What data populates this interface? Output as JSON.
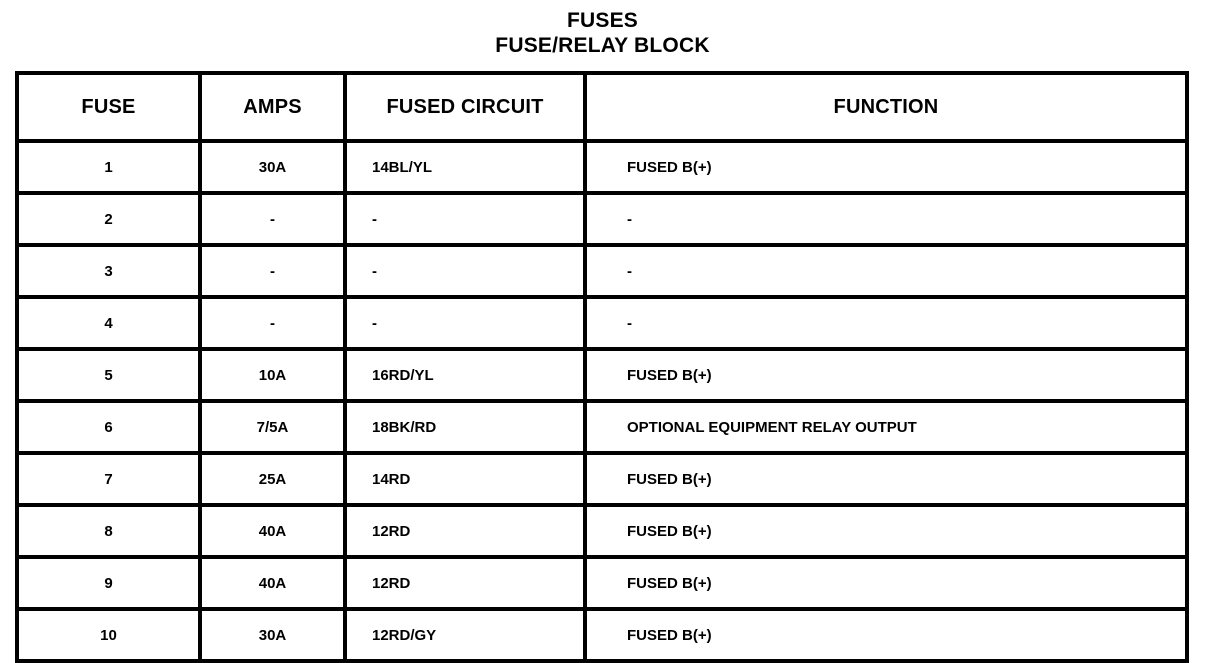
{
  "title": {
    "line1": "FUSES",
    "line2": "FUSE/RELAY BLOCK"
  },
  "table": {
    "headers": {
      "fuse": "FUSE",
      "amps": "AMPS",
      "circuit": "FUSED CIRCUIT",
      "function": "FUNCTION"
    },
    "rows": [
      {
        "fuse": "1",
        "amps": "30A",
        "circuit": "14BL/YL",
        "function": "FUSED B(+)"
      },
      {
        "fuse": "2",
        "amps": "-",
        "circuit": "-",
        "function": "-"
      },
      {
        "fuse": "3",
        "amps": "-",
        "circuit": "-",
        "function": "-"
      },
      {
        "fuse": "4",
        "amps": "-",
        "circuit": "-",
        "function": "-"
      },
      {
        "fuse": "5",
        "amps": "10A",
        "circuit": "16RD/YL",
        "function": "FUSED B(+)"
      },
      {
        "fuse": "6",
        "amps": "7/5A",
        "circuit": "18BK/RD",
        "function": "OPTIONAL EQUIPMENT RELAY OUTPUT"
      },
      {
        "fuse": "7",
        "amps": "25A",
        "circuit": "14RD",
        "function": "FUSED B(+)"
      },
      {
        "fuse": "8",
        "amps": "40A",
        "circuit": "12RD",
        "function": "FUSED B(+)"
      },
      {
        "fuse": "9",
        "amps": "40A",
        "circuit": "12RD",
        "function": "FUSED B(+)"
      },
      {
        "fuse": "10",
        "amps": "30A",
        "circuit": "12RD/GY",
        "function": "FUSED B(+)"
      }
    ]
  },
  "colors": {
    "ink": "#000000",
    "paper": "#ffffff"
  }
}
